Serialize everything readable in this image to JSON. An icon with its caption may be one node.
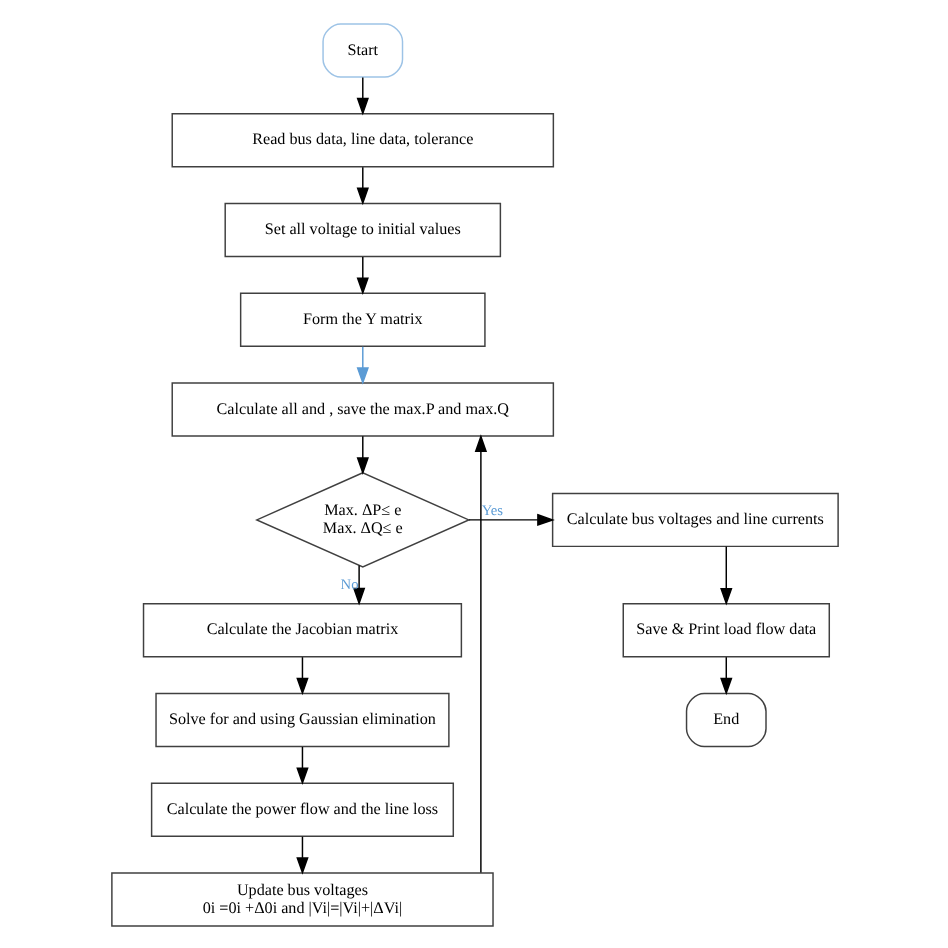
{
  "diagram": {
    "nodes": [
      {
        "text": [
          "Start"
        ]
      },
      {
        "text": [
          "Read bus data, line data, tolerance"
        ]
      },
      {
        "text": [
          "Set all voltage to initial values"
        ]
      },
      {
        "text": [
          "Form the Y matrix"
        ]
      },
      {
        "text": [
          "Calculate all and , save the max.P and max.Q"
        ]
      },
      {
        "text": [
          "Max. ΔP≤ e",
          "Max. ΔQ≤ e"
        ]
      },
      {
        "text": [
          "Calculate the Jacobian matrix"
        ]
      },
      {
        "text": [
          "Solve for and using Gaussian elimination"
        ]
      },
      {
        "text": [
          "Calculate the power flow and the line loss"
        ]
      },
      {
        "text": [
          "Update bus voltages",
          "0i =0i +Δ0i and |Vi|=|Vi|+|ΔVi|"
        ]
      },
      {
        "text": [
          "Calculate bus voltages and line currents"
        ]
      },
      {
        "text": [
          "Save & Print load flow data"
        ]
      },
      {
        "text": [
          "End"
        ]
      }
    ],
    "edges": [
      {
        "from": 0,
        "to": 1,
        "arrow": "to"
      },
      {
        "from": 1,
        "to": 2,
        "arrow": "to"
      },
      {
        "from": 2,
        "to": 3,
        "arrow": "to"
      },
      {
        "from": 3,
        "to": 4,
        "arrow": "to",
        "color": "#5b9bd5"
      },
      {
        "from": 4,
        "to": 5,
        "arrow": "to"
      },
      {
        "from": 5,
        "to": 10,
        "arrow": "to",
        "label": "Yes"
      },
      {
        "from": 5,
        "to": 6,
        "arrow": "to",
        "label": "No"
      },
      {
        "from": 6,
        "to": 7,
        "arrow": "to"
      },
      {
        "from": 7,
        "to": 8,
        "arrow": "to"
      },
      {
        "from": 8,
        "to": 9,
        "arrow": "to"
      },
      {
        "from": 9,
        "to": 4,
        "arrow": "to"
      },
      {
        "from": 10,
        "to": 11,
        "arrow": "to"
      },
      {
        "from": 11,
        "to": 12,
        "arrow": "to"
      }
    ]
  }
}
